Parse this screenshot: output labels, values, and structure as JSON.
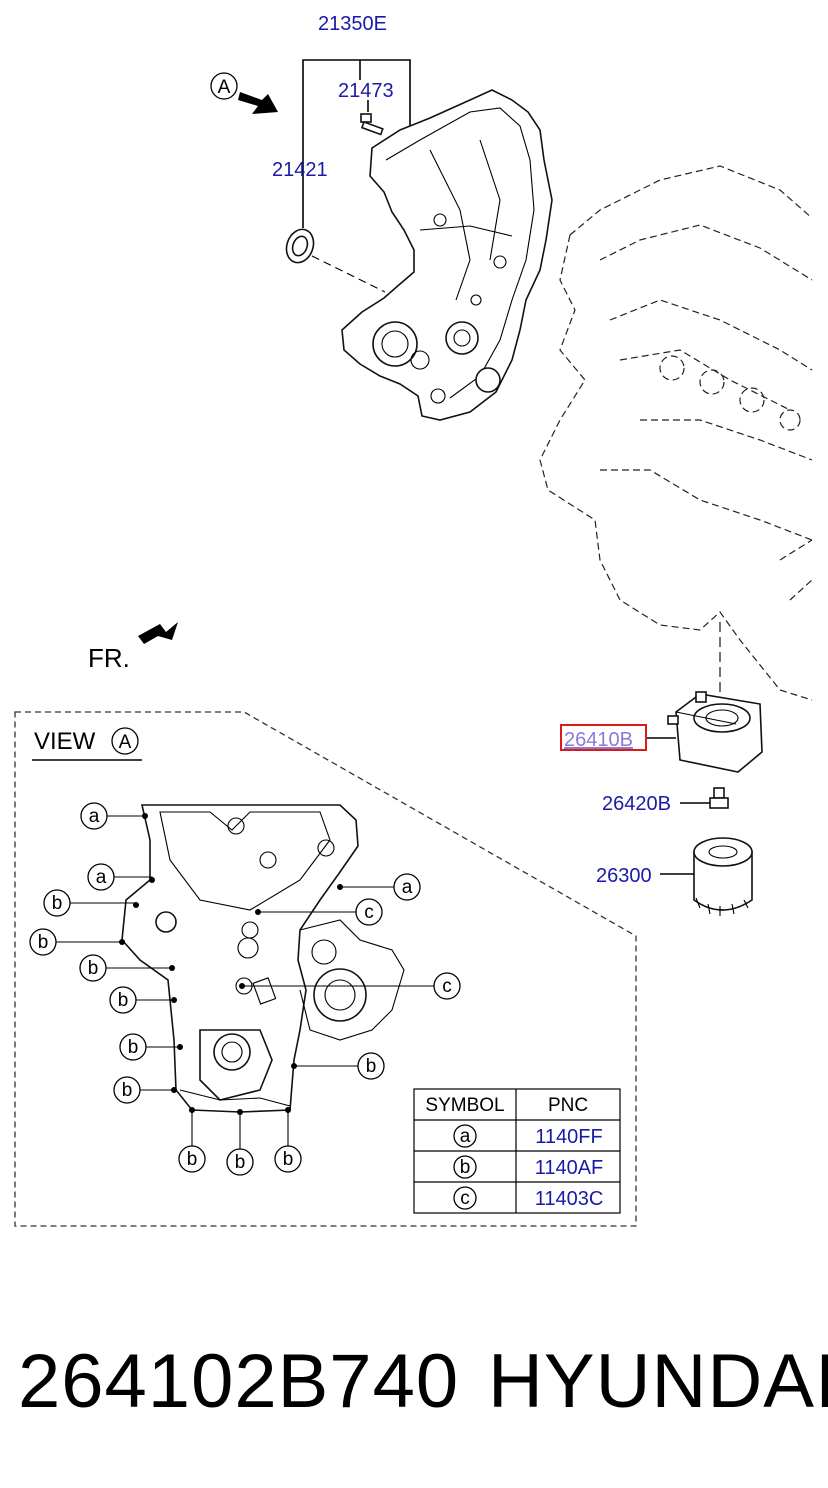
{
  "callouts": {
    "cover_assy": "21350E",
    "bolt": "21473",
    "seal": "21421",
    "oil_cooler": "26410B",
    "plug": "26420B",
    "oil_filter": "26300"
  },
  "view_marker": "A",
  "front_label": "FR.",
  "view_label": "VIEW",
  "view_label_circle": "A",
  "detail_callouts": [
    "a",
    "a",
    "b",
    "b",
    "b",
    "b",
    "b",
    "b",
    "b",
    "b",
    "b",
    "c",
    "a",
    "c",
    "b"
  ],
  "symbol_table": {
    "headers": [
      "SYMBOL",
      "PNC"
    ],
    "rows": [
      {
        "symbol": "a",
        "pnc": "1140FF"
      },
      {
        "symbol": "b",
        "pnc": "1140AF"
      },
      {
        "symbol": "c",
        "pnc": "11403C"
      }
    ]
  },
  "footer": {
    "part_number": "264102B740",
    "brand": "HYUNDAI"
  },
  "colors": {
    "callout_blue": "#1a1aa8",
    "highlight_red": "#e01818",
    "highlight_text": "#8a7ad8"
  }
}
